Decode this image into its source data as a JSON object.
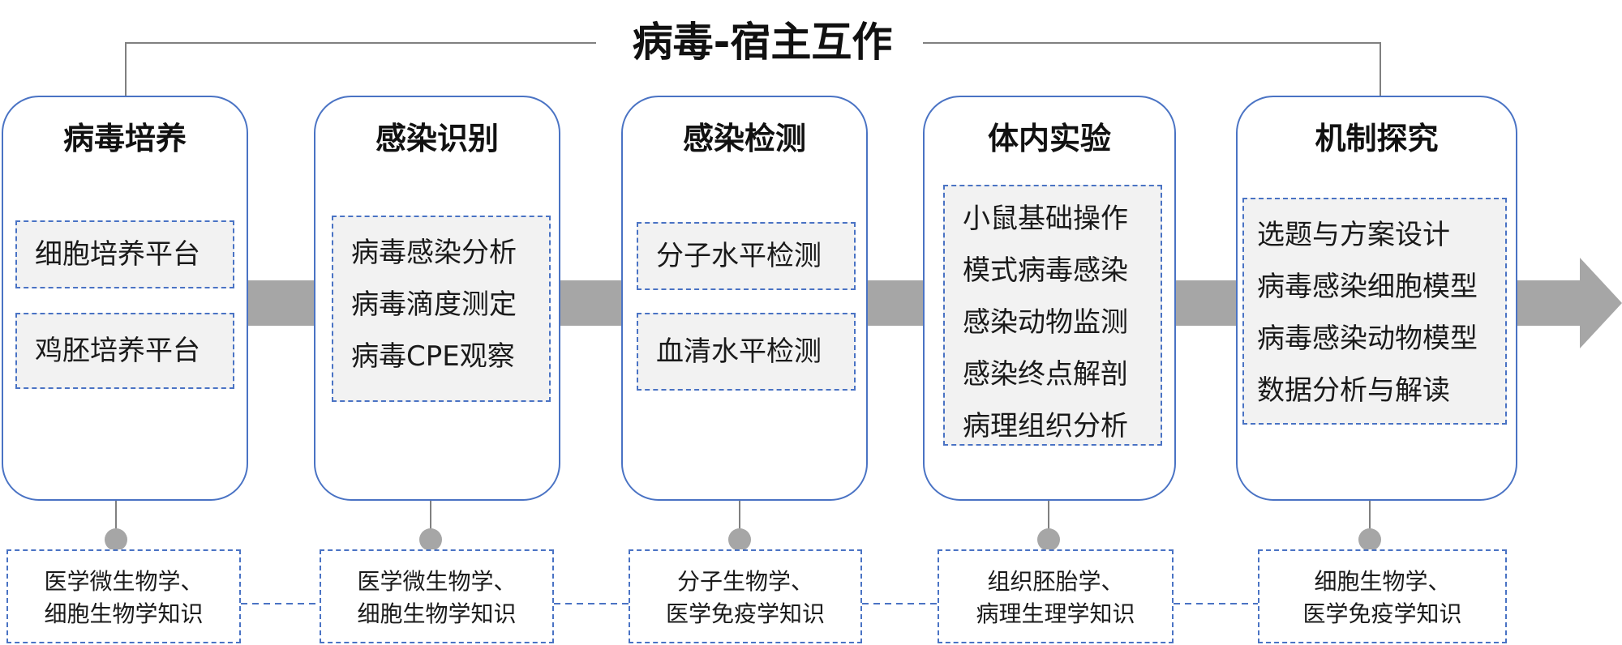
{
  "title": "病毒-宿主互作",
  "stages": [
    {
      "title": "病毒培养",
      "items": [
        "细胞培养平台",
        "鸡胚培养平台"
      ],
      "knowledge": [
        "医学微生物学、",
        "细胞生物学知识"
      ]
    },
    {
      "title": "感染识别",
      "items": [
        "病毒感染分析",
        "病毒滴度测定",
        "病毒CPE观察"
      ],
      "knowledge": [
        "医学微生物学、",
        "细胞生物学知识"
      ]
    },
    {
      "title": "感染检测",
      "items": [
        "分子水平检测",
        "血清水平检测"
      ],
      "knowledge": [
        "分子生物学、",
        "医学免疫学知识"
      ]
    },
    {
      "title": "体内实验",
      "items": [
        "小鼠基础操作",
        "模式病毒感染",
        "感染动物监测",
        "感染终点解剖",
        "病理组织分析"
      ],
      "knowledge": [
        "组织胚胎学、",
        "病理生理学知识"
      ]
    },
    {
      "title": "机制探究",
      "items": [
        "选题与方案设计",
        "病毒感染细胞模型",
        "病毒感染动物模型",
        "数据分析与解读"
      ],
      "knowledge": [
        "细胞生物学、",
        "医学免疫学知识"
      ]
    }
  ],
  "colors": {
    "border": "#4a73c4",
    "arrow": "#a6a6a6",
    "connector": "#808080",
    "box_fill": "#f2f2f2"
  }
}
